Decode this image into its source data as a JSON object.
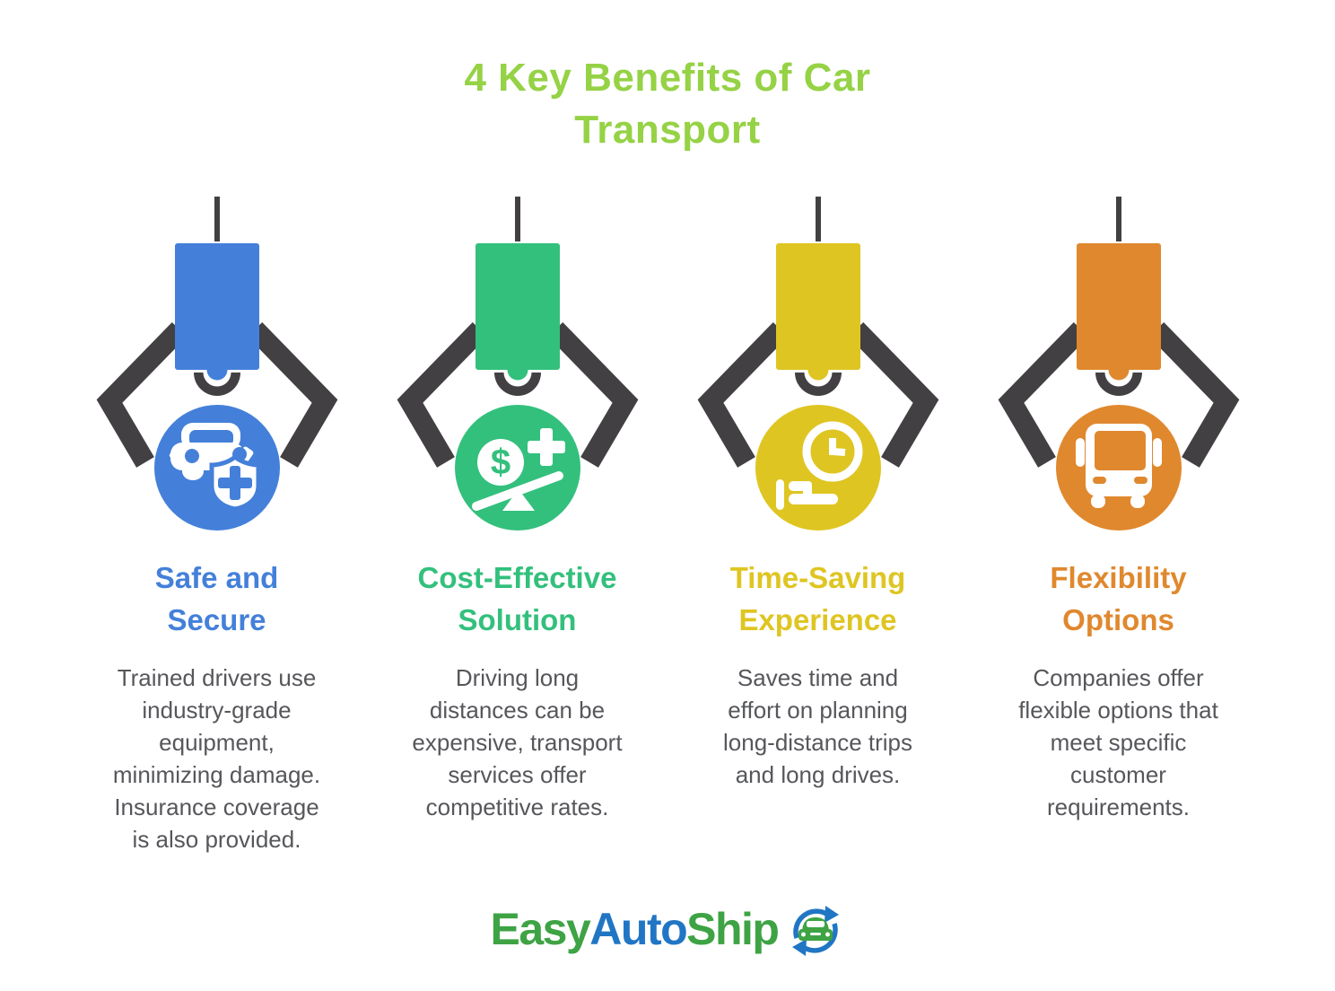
{
  "title": {
    "text": "4 Key Benefits of Car\nTransport",
    "color": "#95D245"
  },
  "benefits": [
    {
      "heading": "Safe and\nSecure",
      "body": "Trained drivers use\nindustry-grade\nequipment,\nminimizing damage.\nInsurance coverage\nis also provided.",
      "accent": "#4480D9",
      "icon": "car-shield-icon"
    },
    {
      "heading": "Cost-Effective\nSolution",
      "body": "Driving long\ndistances can be\nexpensive, transport\nservices offer\ncompetitive rates.",
      "accent": "#33C07D",
      "icon": "money-scale-icon"
    },
    {
      "heading": "Time-Saving\nExperience",
      "body": "Saves time and\neffort on planning\nlong-distance trips\nand long drives.",
      "accent": "#DFC522",
      "icon": "clock-hand-icon"
    },
    {
      "heading": "Flexibility\nOptions",
      "body": "Companies offer\nflexible options that\nmeet specific\ncustomer\nrequirements.",
      "accent": "#E0882E",
      "icon": "bus-icon"
    }
  ],
  "colors": {
    "claw_dark": "#434043",
    "body_text": "#56575B",
    "background": "#FFFFFF"
  },
  "logo": {
    "part1": "Easy",
    "part2": "Auto",
    "part3": "Ship",
    "green": "#3EA344",
    "blue": "#2176C4",
    "icon": "car-recycle-icon",
    "dollar_symbol": "$"
  }
}
